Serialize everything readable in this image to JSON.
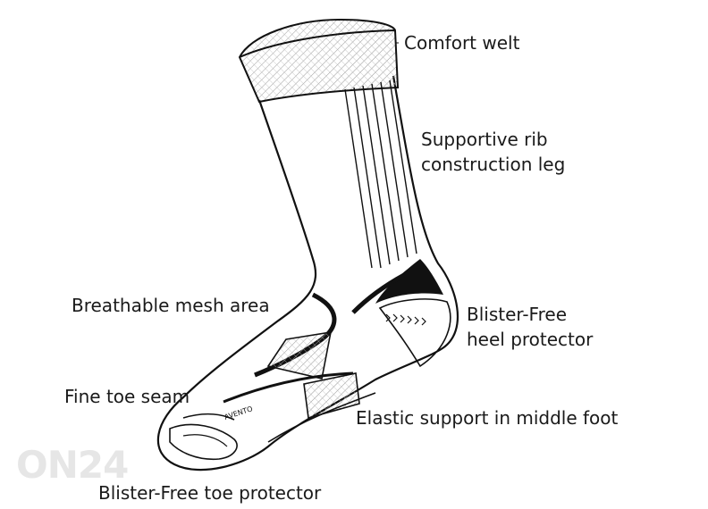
{
  "labels": {
    "comfort_welt": "Comfort welt",
    "rib_leg_line1": "Supportive rib",
    "rib_leg_line2": "construction leg",
    "mesh_area": "Breathable mesh area",
    "heel_line1": "Blister-Free",
    "heel_line2": "heel protector",
    "toe_seam": "Fine toe seam",
    "middle_foot": "Elastic support in middle foot",
    "toe_protector": "Blister-Free toe protector"
  },
  "brand_mark": "AVENTO",
  "watermark": "ON24",
  "colors": {
    "line": "#111111",
    "text": "#1a1a1a",
    "hatch": "#9a9a9a"
  }
}
